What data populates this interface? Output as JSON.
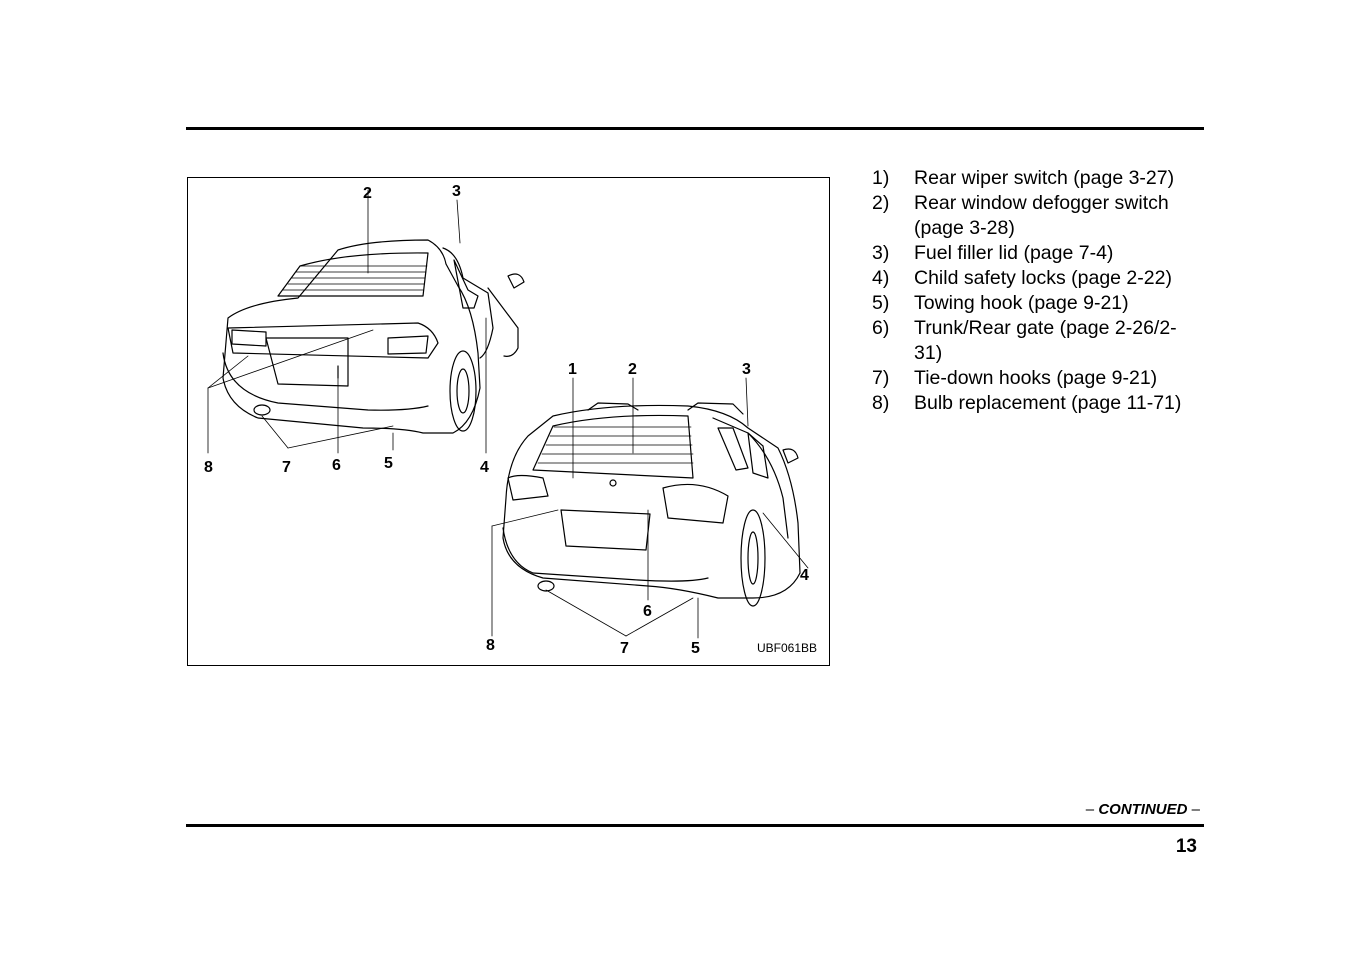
{
  "figure": {
    "code": "UBF061BB",
    "sedan_callouts": [
      "2",
      "3",
      "8",
      "7",
      "6",
      "5",
      "4"
    ],
    "wagon_callouts": [
      "1",
      "2",
      "3",
      "4",
      "6",
      "8",
      "7",
      "5"
    ]
  },
  "legend": [
    {
      "num": "1)",
      "text": "Rear wiper switch (page 3-27)"
    },
    {
      "num": "2)",
      "text": "Rear window defogger switch (page 3-28)"
    },
    {
      "num": "3)",
      "text": "Fuel filler lid (page 7-4)"
    },
    {
      "num": "4)",
      "text": "Child safety locks (page 2-22)"
    },
    {
      "num": "5)",
      "text": "Towing hook (page 9-21)"
    },
    {
      "num": "6)",
      "text": "Trunk/Rear gate (page 2-26/2-31)"
    },
    {
      "num": "7)",
      "text": "Tie-down hooks (page 9-21)"
    },
    {
      "num": "8)",
      "text": "Bulb replacement (page 11-71)"
    }
  ],
  "footer": {
    "continued_dash_left": "–",
    "continued_label": "CONTINUED",
    "continued_dash_right": "–",
    "page_number": "13"
  }
}
